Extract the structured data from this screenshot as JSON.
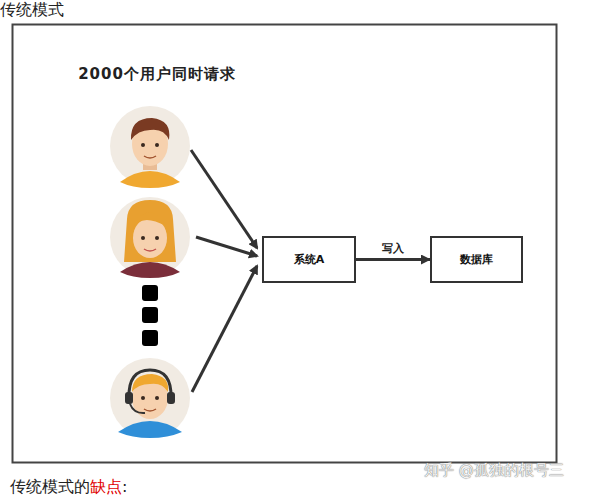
{
  "diagram": {
    "title": "传统模式",
    "nodes": [
      {
        "text": [
          "系统A"
        ]
      },
      {
        "text": [
          "数据库"
        ]
      }
    ],
    "edges": [
      {
        "from": 0,
        "to": 1,
        "label": "写入",
        "arrow": "to"
      }
    ],
    "labels": [
      "2000个用户同时请求",
      "传统模式的",
      "缺点",
      ":",
      "知乎 @孤独的根号三"
    ]
  }
}
